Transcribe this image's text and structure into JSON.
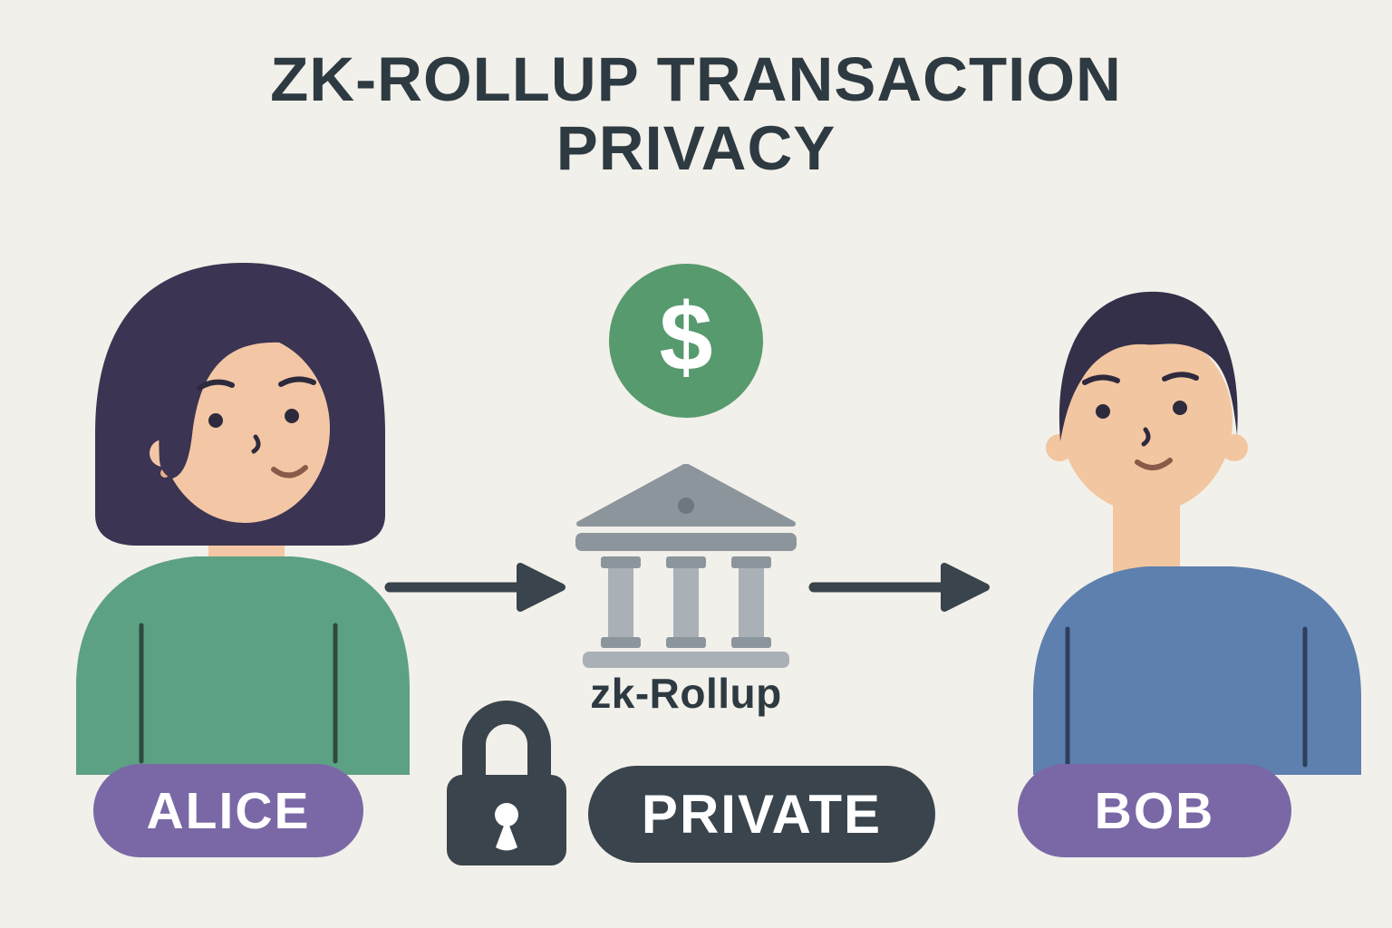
{
  "title": "ZK-ROLLUP TRANSACTION PRIVACY",
  "center": {
    "coin_symbol": "$",
    "rollup_label": "zk-Rollup"
  },
  "badges": {
    "alice": "ALICE",
    "private": "PRIVATE",
    "bob": "BOB"
  },
  "icons": {
    "coin": "dollar-coin-icon",
    "bank": "bank-building-icon",
    "lock": "padlock-icon",
    "arrow_left": "right-arrow-icon",
    "arrow_right": "right-arrow-icon"
  },
  "colors": {
    "background": "#f2f0ea",
    "title": "#2e3a41",
    "coin_green": "#579a6e",
    "coin_text": "#ffffff",
    "bank_gray": "#8d959c",
    "bank_gray_light": "#a9b0b6",
    "pediment_dot": "#6f777e",
    "arrow": "#39444c",
    "purple_badge": "#7a68a6",
    "dark_badge": "#3a444c",
    "badge_text": "#ffffff",
    "lock": "#3a444c",
    "alice_hair": "#3b3452",
    "alice_skin": "#f3c7a5",
    "alice_shirt": "#5da184",
    "alice_line": "#2e4a40",
    "bob_hair": "#343049",
    "bob_skin": "#f2c6a0",
    "bob_shirt": "#5d80ae",
    "bob_line": "#2e3f5c",
    "feature": "#2e2a3e",
    "smile": "#8a5a49"
  }
}
